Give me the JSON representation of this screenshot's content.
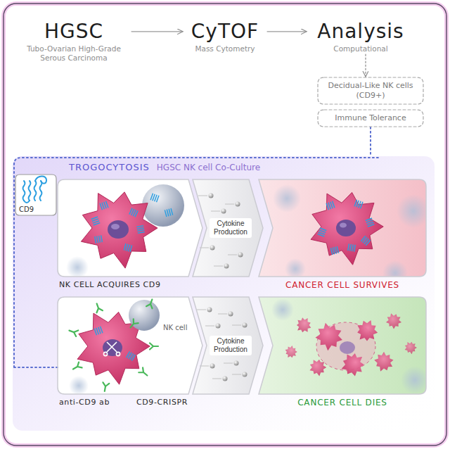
{
  "diagram": {
    "nodes": [
      {
        "text": [
          "HGSC",
          "Tubo-Ovarian High-Grade Serous Carcinoma"
        ]
      },
      {
        "text": [
          "CyTOF",
          "Mass Cytometry"
        ]
      },
      {
        "text": [
          "Analysis",
          "Computational"
        ]
      },
      {
        "text": [
          "Decidual-Like NK cells (CD9+)"
        ]
      },
      {
        "text": [
          "Immune Tolerance"
        ]
      },
      {
        "text": [
          "TROGOCYTOSIS",
          "HGSC NK cell Co-Culture"
        ]
      },
      {
        "text": [
          "CD9"
        ],
        "in": 5
      },
      {
        "text": [
          "NK CELL ACQUIRES CD9"
        ],
        "in": 5
      },
      {
        "text": [
          "Cytokine Production"
        ],
        "in": 5
      },
      {
        "text": [
          "CANCER CELL SURVIVES"
        ],
        "in": 5
      },
      {
        "text": [
          "NK cell",
          "anti-CD9 ab",
          "CD9-CRISPR"
        ],
        "in": 5
      },
      {
        "text": [
          "Cytokine Production"
        ],
        "in": 5
      },
      {
        "text": [
          "CANCER CELL DIES"
        ],
        "in": 5
      }
    ],
    "edges": [
      {
        "from": 0,
        "to": 1,
        "arrow": "to"
      },
      {
        "from": 1,
        "to": 2,
        "arrow": "to"
      },
      {
        "from": 2,
        "to": 3,
        "arrow": "to"
      },
      {
        "from": 4,
        "to": 5,
        "arrow": "none"
      }
    ]
  }
}
